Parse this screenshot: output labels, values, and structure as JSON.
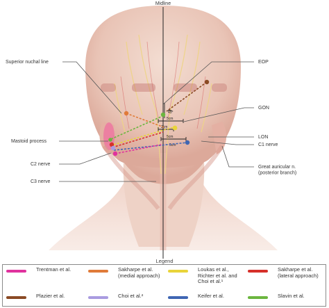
{
  "title": "Midline",
  "labels": {
    "superior_nuchal_line": "Superior nuchal line",
    "mastoid_process": "Mastoid process",
    "c2_nerve": "C2 nerve",
    "c3_nerve": "C3 nerve",
    "eop": "EOP",
    "gon": "GON",
    "lon": "LON",
    "c1_nerve": "C1 nerve",
    "great_auricular": "Great auricular n.\n(posterior branch)"
  },
  "measurements": {
    "angle": "45°",
    "cm1": "5cm",
    "cm2": "2cm",
    "cm3": "5cm",
    "cm4": "5cm"
  },
  "legend": {
    "title": "Legend",
    "items": [
      {
        "label": "Trentman et al.",
        "color": "#e0329e"
      },
      {
        "label": "Sakharpe et al.\n(medial approach)",
        "color": "#e07b39"
      },
      {
        "label": "Loukas et al.,\nRichter et al. and\nChoi et al.¹",
        "color": "#e9d43a"
      },
      {
        "label": "Sakharpe et al.\n(lateral approach)",
        "color": "#d6302a"
      },
      {
        "label": "Plazier et al.",
        "color": "#8a4a24"
      },
      {
        "label": "Choi et al.²",
        "color": "#a99be0"
      },
      {
        "label": "Keifer et al.",
        "color": "#3f66b3"
      },
      {
        "label": "Slavin et al.",
        "color": "#6bb63f"
      }
    ]
  }
}
